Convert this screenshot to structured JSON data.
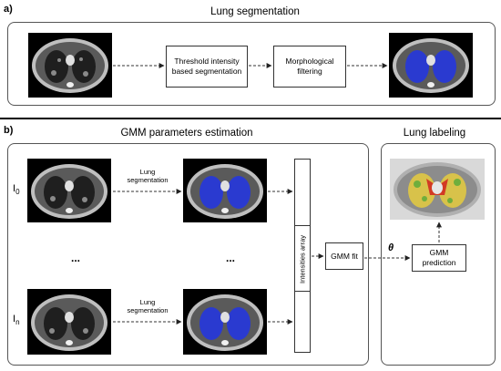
{
  "section_a": {
    "label": "a)",
    "title": "Lung segmentation",
    "box1": "Threshold intensity based segmentation",
    "box2": "Morphological filtering"
  },
  "section_b": {
    "label": "b)",
    "title": "GMM parameters estimation",
    "i0_label": "I",
    "i0_sub": "0",
    "in_label": "I",
    "in_sub": "n",
    "lung_seg_top": "Lung segmentation",
    "lung_seg_bottom": "Lung segmentation",
    "ellipsis_left": "...",
    "ellipsis_mid": "...",
    "intensities_array": "Intensities array",
    "gmm_fit": "GMM fit",
    "theta": "θ"
  },
  "section_c": {
    "title": "Lung labeling",
    "gmm_prediction": "GMM prediction"
  },
  "colors": {
    "segmentation_blue": "#2a3ad0",
    "label_yellow": "#d8c24a",
    "label_green": "#6fae3c",
    "label_red": "#d23a24"
  }
}
